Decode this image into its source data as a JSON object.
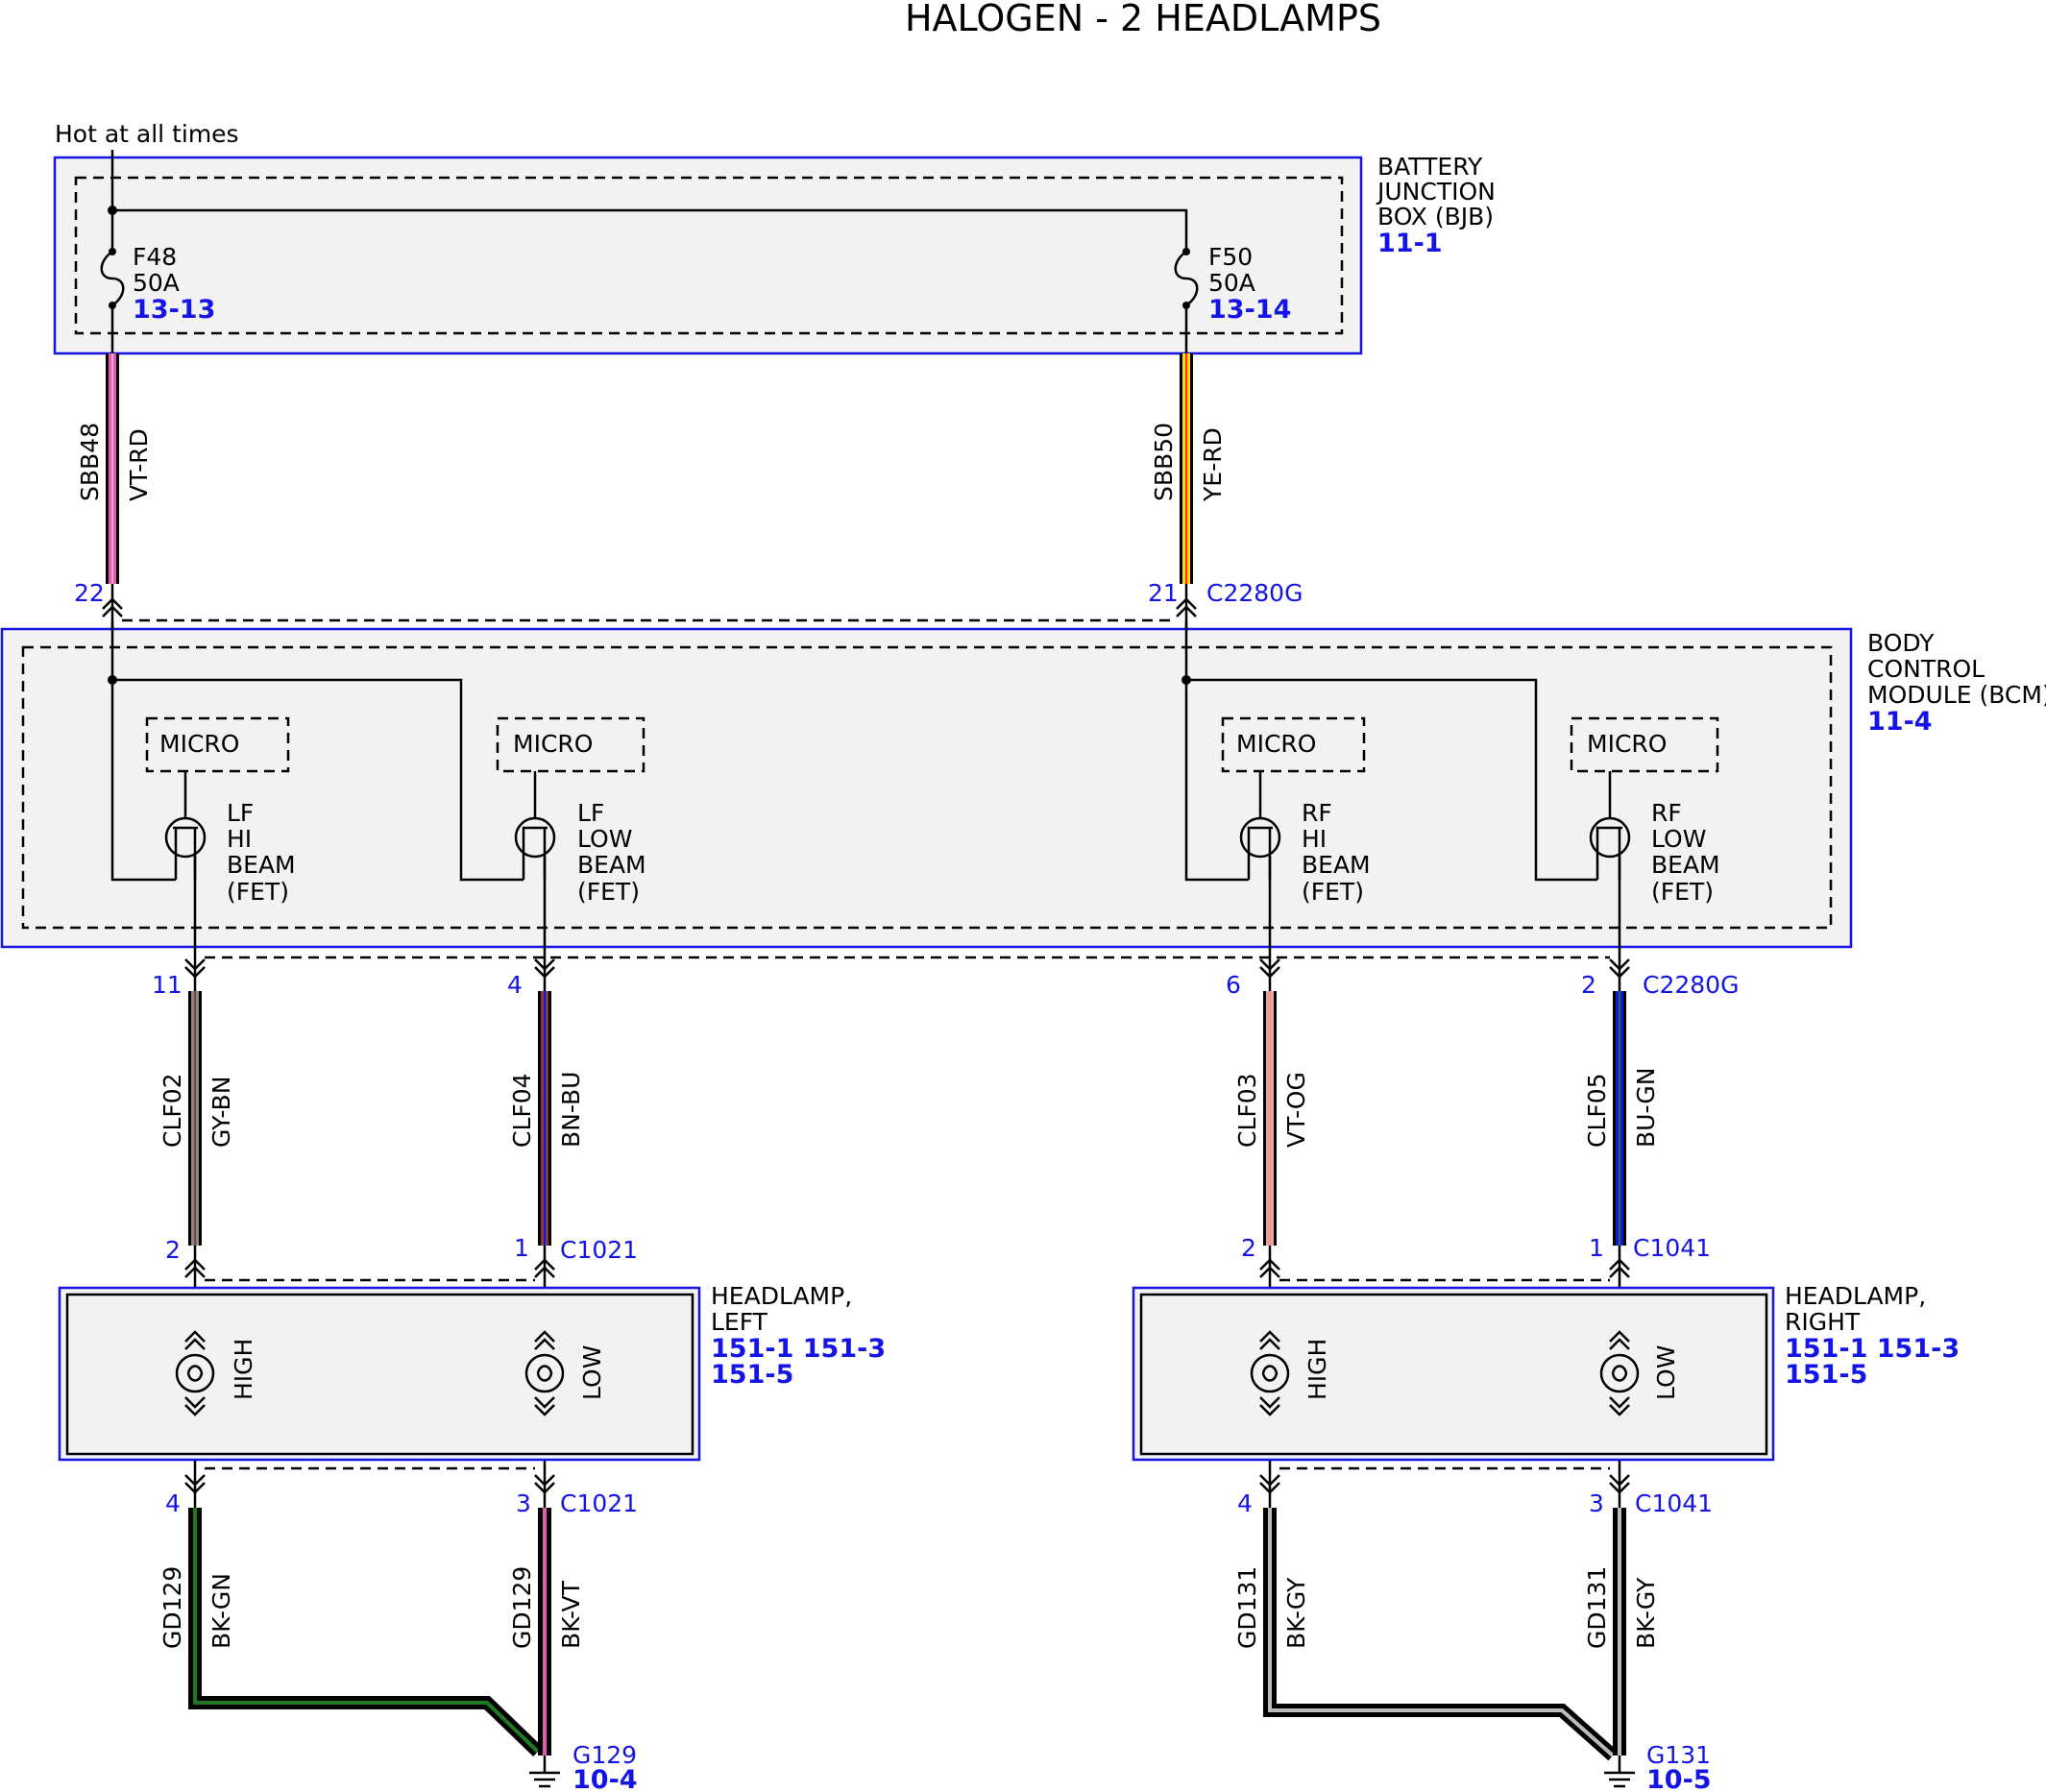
{
  "title": "HALOGEN - 2 HEADLAMPS",
  "power_note": "Hot at all times",
  "colors": {
    "module_border": "#1414e6",
    "connector_text": "#1414e6",
    "wire_vt": "#e05bb0",
    "wire_rd": "#f7a6d0",
    "wire_ye": "#ffd900",
    "wire_gy": "#888888",
    "wire_bn": "#8b3a3a",
    "wire_bu": "#1414e6",
    "wire_og": "#f4a0a0",
    "wire_gn": "#1f7a1f",
    "wire_bk": "#000000"
  },
  "bjb": {
    "name_line1": "BATTERY",
    "name_line2": "JUNCTION",
    "name_line3": "BOX (BJB)",
    "ref": "11-1",
    "fuses": [
      {
        "name": "F48",
        "rating": "50A",
        "ref": "13-13"
      },
      {
        "name": "F50",
        "rating": "50A",
        "ref": "13-14"
      }
    ]
  },
  "bjb_to_bcm_wires": [
    {
      "circuit": "SBB48",
      "color": "VT-RD",
      "pin": "22",
      "connector": ""
    },
    {
      "circuit": "SBB50",
      "color": "YE-RD",
      "pin": "21",
      "connector": "C2280G"
    }
  ],
  "bcm": {
    "name_line1": "BODY",
    "name_line2": "CONTROL",
    "name_line3": "MODULE (BCM)",
    "ref": "11-4",
    "micro_label": "MICRO",
    "fets": [
      {
        "l1": "LF",
        "l2": "HI",
        "l3": "BEAM",
        "l4": "(FET)"
      },
      {
        "l1": "LF",
        "l2": "LOW",
        "l3": "BEAM",
        "l4": "(FET)"
      },
      {
        "l1": "RF",
        "l2": "HI",
        "l3": "BEAM",
        "l4": "(FET)"
      },
      {
        "l1": "RF",
        "l2": "LOW",
        "l3": "BEAM",
        "l4": "(FET)"
      }
    ]
  },
  "bcm_to_lamp_wires": [
    {
      "circuit": "CLF02",
      "color": "GY-BN",
      "bcm_pin": "11",
      "bcm_connector": "",
      "lamp_pin": "2",
      "lamp_connector": ""
    },
    {
      "circuit": "CLF04",
      "color": "BN-BU",
      "bcm_pin": "4",
      "bcm_connector": "",
      "lamp_pin": "1",
      "lamp_connector": "C1021"
    },
    {
      "circuit": "CLF03",
      "color": "VT-OG",
      "bcm_pin": "6",
      "bcm_connector": "",
      "lamp_pin": "2",
      "lamp_connector": ""
    },
    {
      "circuit": "CLF05",
      "color": "BU-GN",
      "bcm_pin": "2",
      "bcm_connector": "C2280G",
      "lamp_pin": "1",
      "lamp_connector": "C1041"
    }
  ],
  "headlamps": [
    {
      "name_line1": "HEADLAMP,",
      "name_line2": "LEFT",
      "refs_line1": "151-1 151-3",
      "refs_line2": "151-5",
      "bulb_high": "HIGH",
      "bulb_low": "LOW"
    },
    {
      "name_line1": "HEADLAMP,",
      "name_line2": "RIGHT",
      "refs_line1": "151-1 151-3",
      "refs_line2": "151-5",
      "bulb_high": "HIGH",
      "bulb_low": "LOW"
    }
  ],
  "ground_wires": [
    {
      "circuit": "GD129",
      "color": "BK-GN",
      "pin": "4",
      "connector": ""
    },
    {
      "circuit": "GD129",
      "color": "BK-VT",
      "pin": "3",
      "connector": "C1021"
    },
    {
      "circuit": "GD131",
      "color": "BK-GY",
      "pin": "4",
      "connector": ""
    },
    {
      "circuit": "GD131",
      "color": "BK-GY",
      "pin": "3",
      "connector": "C1041"
    }
  ],
  "grounds": [
    {
      "name": "G129",
      "ref": "10-4"
    },
    {
      "name": "G131",
      "ref": "10-5"
    }
  ]
}
